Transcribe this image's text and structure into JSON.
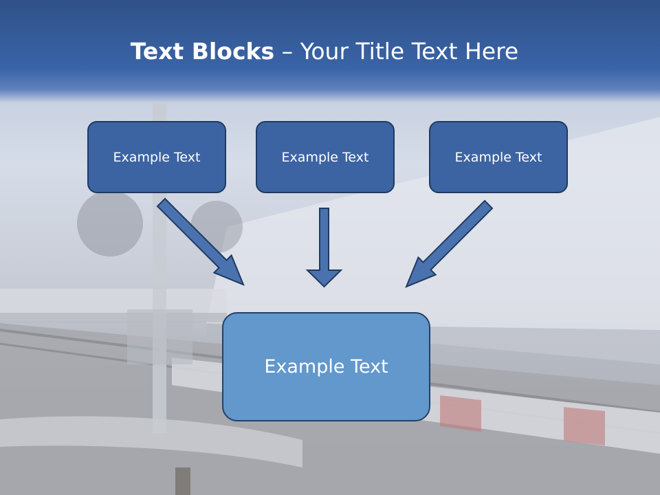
{
  "slide": {
    "title_bold": "Text Blocks",
    "title_dash": " – ",
    "title_rest": "Your Title Text Here"
  },
  "blocks": {
    "left": "Example Text",
    "middle": "Example Text",
    "right": "Example Text",
    "bottom": "Example Text"
  },
  "colors": {
    "header_blue": "#3a64a8",
    "block_fill": "#3c64a3",
    "bottom_block_fill": "#6298cc",
    "arrow_fill": "#4a72ae",
    "outline": "#1f3a60"
  }
}
